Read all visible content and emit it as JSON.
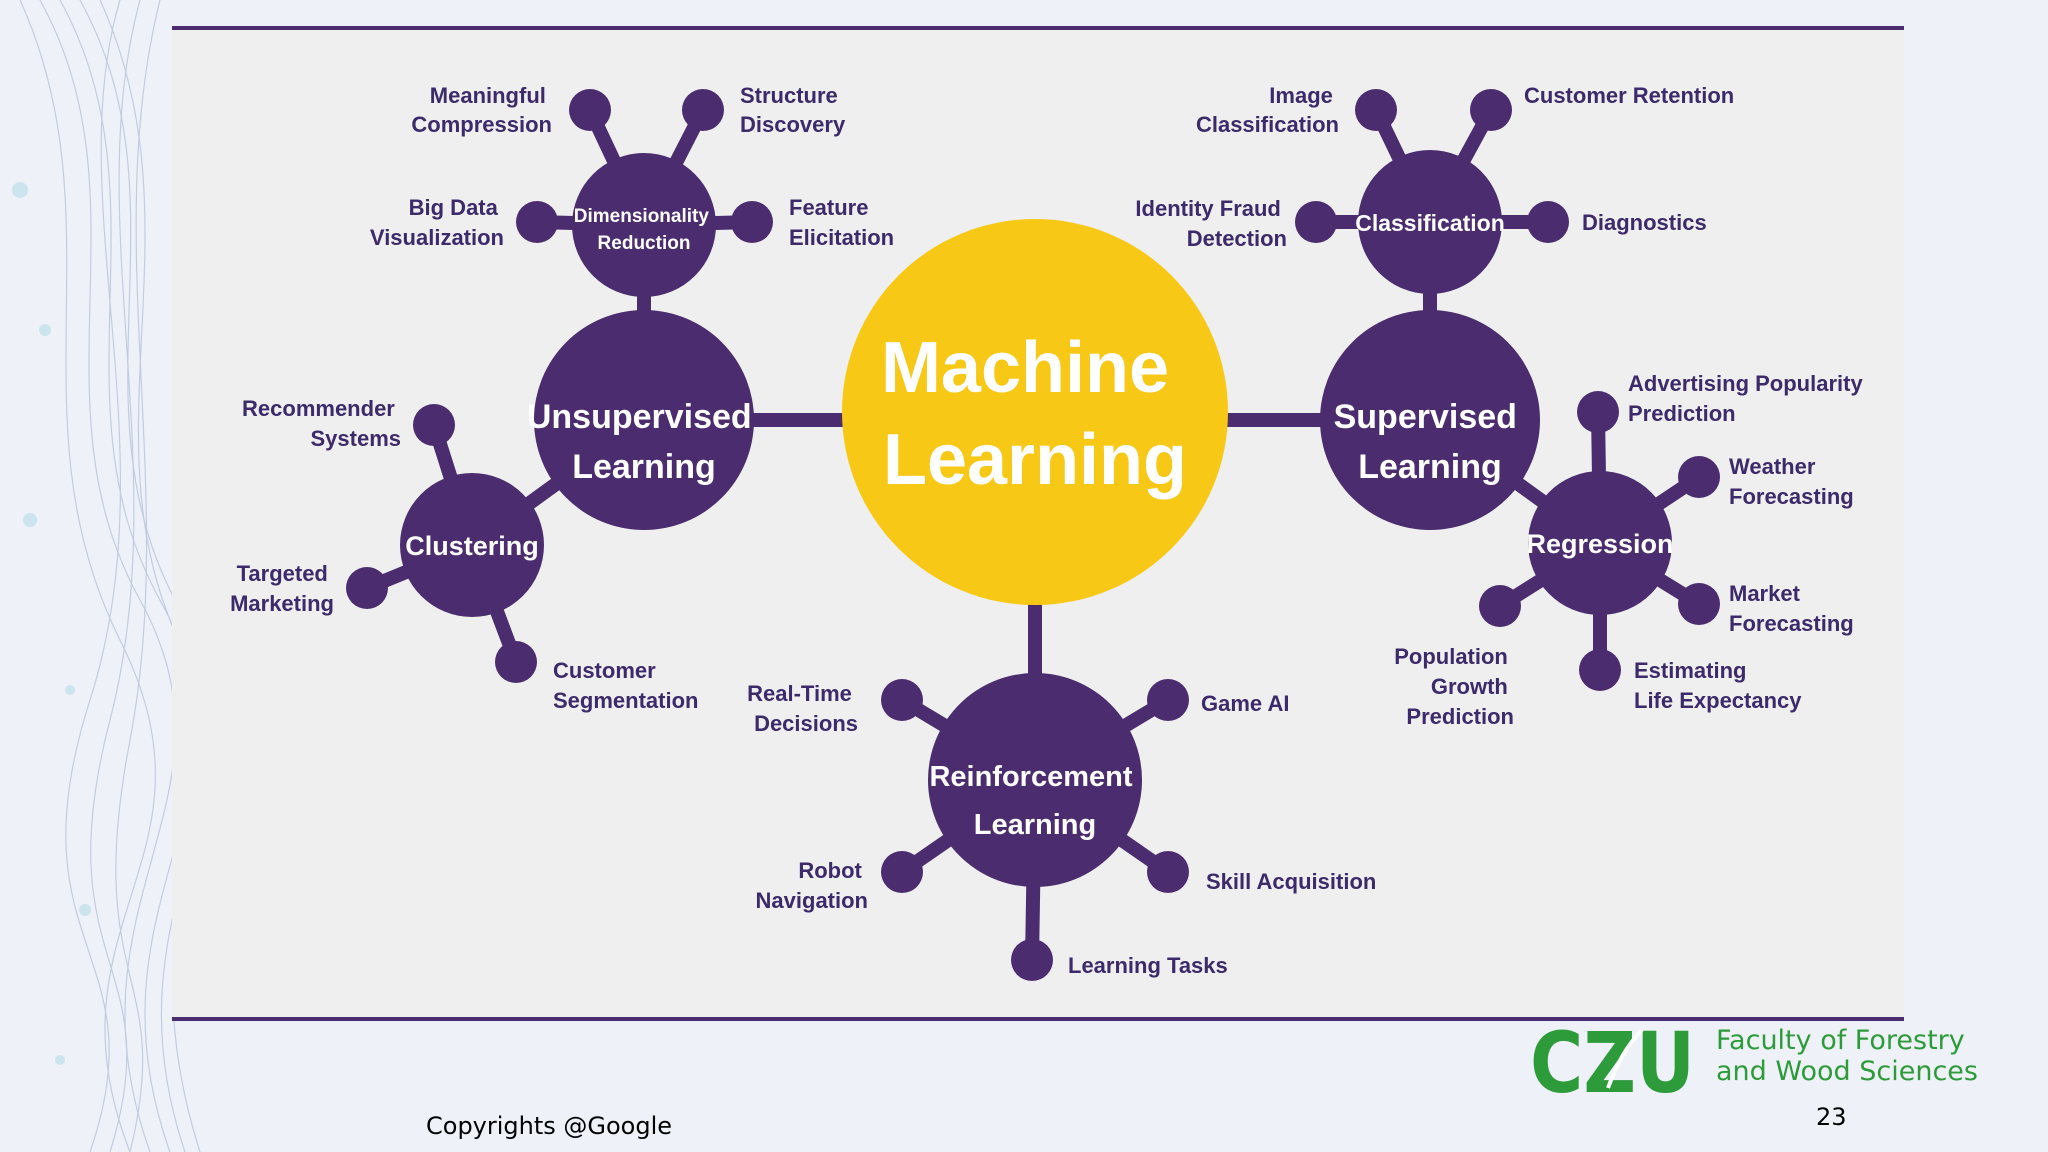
{
  "diagram": {
    "center": [
      "Machine",
      "Learning"
    ],
    "unsupervised": {
      "hub": [
        "Unsupervised",
        "Learning"
      ],
      "dimensionality": {
        "hub": [
          "Dimensionality",
          "Reduction"
        ],
        "leaves": {
          "meaningful_compression": [
            "Meaningful",
            "Compression"
          ],
          "structure_discovery": [
            "Structure",
            "Discovery"
          ],
          "big_data_visualization": [
            "Big Data",
            "Visualization"
          ],
          "feature_elicitation": [
            "Feature",
            "Elicitation"
          ]
        }
      },
      "clustering": {
        "hub": "Clustering",
        "leaves": {
          "recommender_systems": [
            "Recommender",
            "Systems"
          ],
          "targeted_marketing": [
            "Targeted",
            "Marketing"
          ],
          "customer_segmentation": [
            "Customer",
            "Segmentation"
          ]
        }
      }
    },
    "supervised": {
      "hub": [
        "Supervised",
        "Learning"
      ],
      "classification": {
        "hub": "Classification",
        "leaves": {
          "image_classification": [
            "Image",
            "Classification"
          ],
          "customer_retention": "Customer Retention",
          "identity_fraud_detection": [
            "Identity Fraud",
            "Detection"
          ],
          "diagnostics": "Diagnostics"
        }
      },
      "regression": {
        "hub": "Regression",
        "leaves": {
          "advertising_popularity": [
            "Advertising Popularity",
            "Prediction"
          ],
          "weather_forecasting": [
            "Weather",
            "Forecasting"
          ],
          "market_forecasting": [
            "Market",
            "Forecasting"
          ],
          "population_growth": [
            "Population",
            "Growth",
            "Prediction"
          ],
          "life_expectancy": [
            "Estimating",
            "Life Expectancy"
          ]
        }
      }
    },
    "reinforcement": {
      "hub": [
        "Reinforcement",
        "Learning"
      ],
      "leaves": {
        "real_time_decisions": [
          "Real-Time",
          "Decisions"
        ],
        "game_ai": "Game AI",
        "robot_navigation": [
          "Robot",
          "Navigation"
        ],
        "skill_acquisition": "Skill Acquisition",
        "learning_tasks": "Learning Tasks"
      }
    }
  },
  "footer": {
    "copyright": "Copyrights @Google",
    "page_number": "23",
    "logo_text": "CZU",
    "faculty": [
      "Faculty of Forestry",
      "and Wood Sciences"
    ]
  },
  "colors": {
    "purple": "#4b2c6f",
    "yellow": "#f7c815",
    "label": "#3d2a6a",
    "green": "#2e9b3a"
  }
}
